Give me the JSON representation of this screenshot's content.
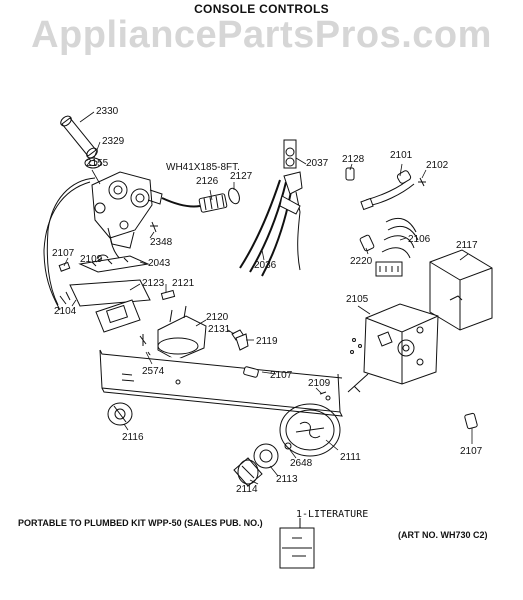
{
  "header": {
    "title": "CONSOLE CONTROLS",
    "watermark": "AppliancePartsPros.com"
  },
  "callouts": {
    "p2330": "2330",
    "p2329": "2329",
    "p2155": "2155",
    "wh41": "WH41X185-8FT.",
    "p2126": "2126",
    "p2127": "2127",
    "p2348": "2348",
    "p2037": "2037",
    "p2128": "2128",
    "p2101": "2101",
    "p2102": "2102",
    "p2107a": "2107",
    "p2109a": "2109",
    "p2043": "2043",
    "p2036": "2036",
    "p2220": "2220",
    "p2106": "2106",
    "p2117": "2117",
    "p2123": "2123",
    "p2121": "2121",
    "p2104": "2104",
    "p2120": "2120",
    "p2131": "2131",
    "p2119": "2119",
    "p2105": "2105",
    "p2574": "2574",
    "p2107b": "2107",
    "p2109b": "2109",
    "p2116": "2116",
    "p2648": "2648",
    "p2111": "2111",
    "p2113": "2113",
    "p2114": "2114",
    "p2107c": "2107"
  },
  "footer": {
    "portable_note": "PORTABLE TO PLUMBED KIT WPP-50 (SALES PUB. NO.)",
    "literature": "1-LITERATURE",
    "art_no": "(ART NO. WH730 C2)"
  }
}
